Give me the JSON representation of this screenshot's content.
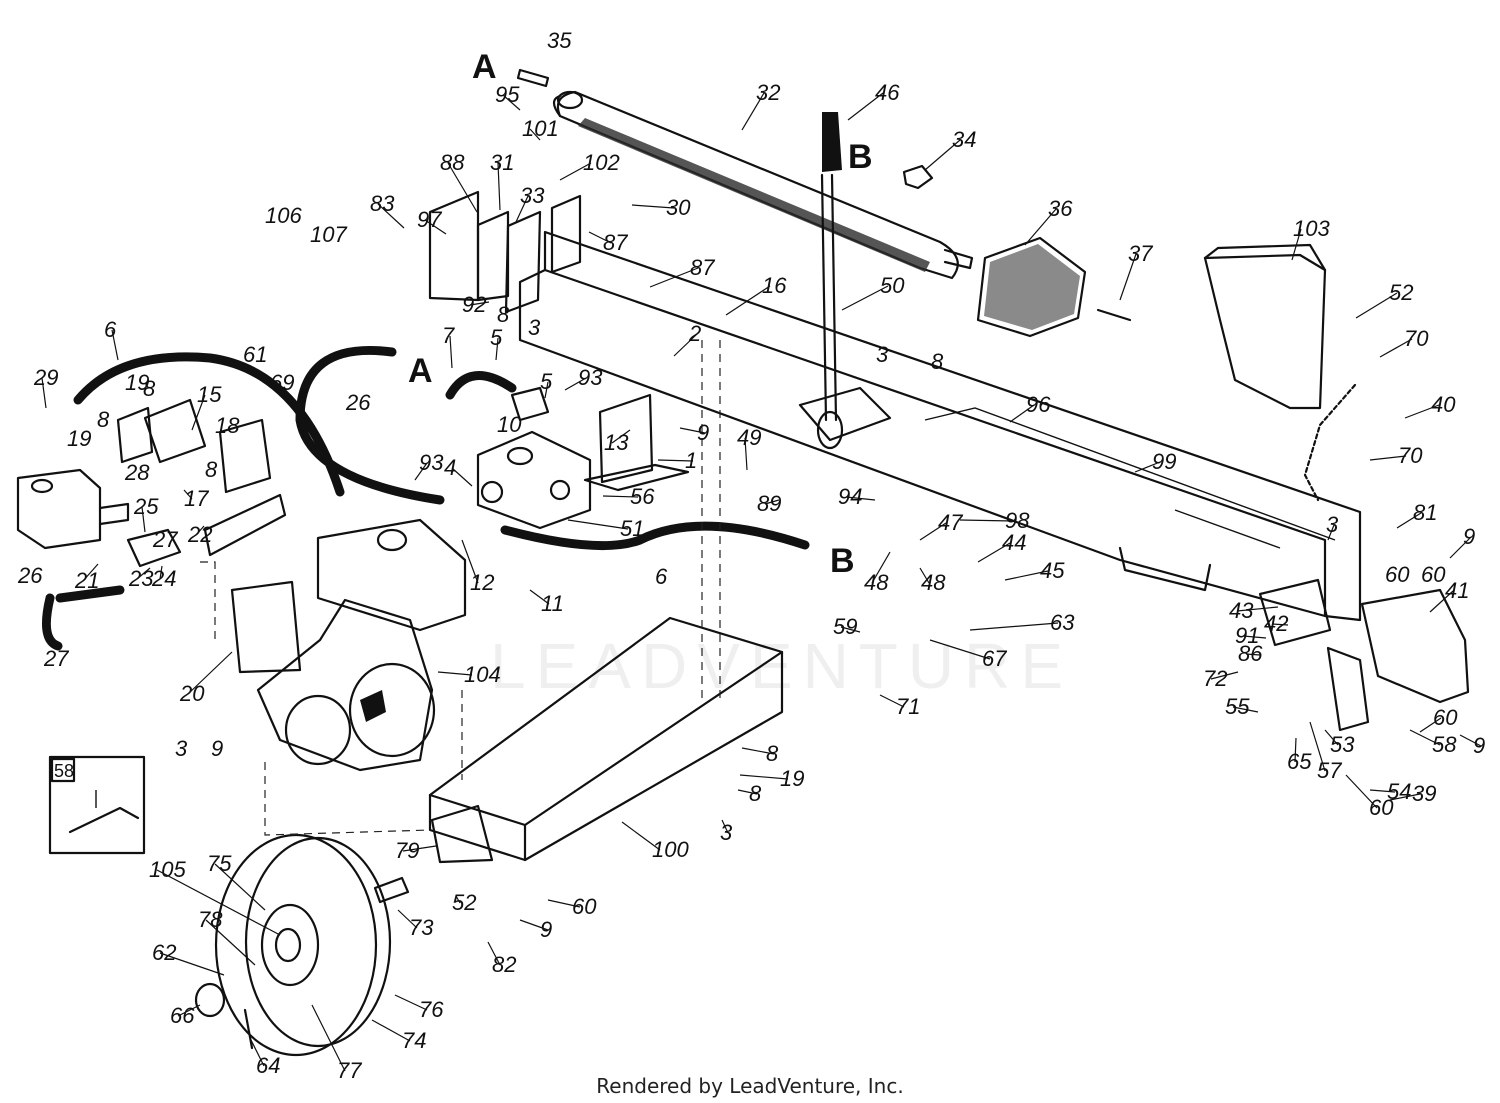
{
  "diagram": {
    "footer": "Rendered by LeadVenture, Inc.",
    "watermark": "LEADVENTURE",
    "letters": [
      "A",
      "A",
      "B",
      "B"
    ],
    "inset_label": "58",
    "callouts": [
      "35",
      "95",
      "101",
      "32",
      "46",
      "34",
      "102",
      "31",
      "33",
      "30",
      "106",
      "107",
      "83",
      "97",
      "88",
      "36",
      "37",
      "87",
      "92",
      "87",
      "8",
      "3",
      "16",
      "52",
      "2",
      "50",
      "6",
      "7",
      "5",
      "103",
      "70",
      "5",
      "93",
      "61",
      "69",
      "29",
      "19",
      "8",
      "15",
      "26",
      "3",
      "8",
      "93",
      "10",
      "40",
      "9",
      "70",
      "19",
      "13",
      "49",
      "8",
      "18",
      "96",
      "99",
      "4",
      "1",
      "28",
      "89",
      "56",
      "94",
      "98",
      "17",
      "8",
      "81",
      "25",
      "22",
      "51",
      "47",
      "44",
      "3",
      "12",
      "43",
      "42",
      "60",
      "60",
      "9",
      "41",
      "45",
      "21",
      "23",
      "24",
      "26",
      "27",
      "6",
      "48",
      "48",
      "91",
      "86",
      "11",
      "63",
      "59",
      "67",
      "27",
      "72",
      "20",
      "104",
      "71",
      "55",
      "53",
      "58",
      "60",
      "65",
      "57",
      "9",
      "3",
      "9",
      "8",
      "54",
      "19",
      "8",
      "39",
      "60",
      "3",
      "79",
      "100",
      "105",
      "75",
      "73",
      "52",
      "60",
      "9",
      "78",
      "62",
      "82",
      "76",
      "66",
      "74",
      "64",
      "77"
    ]
  }
}
